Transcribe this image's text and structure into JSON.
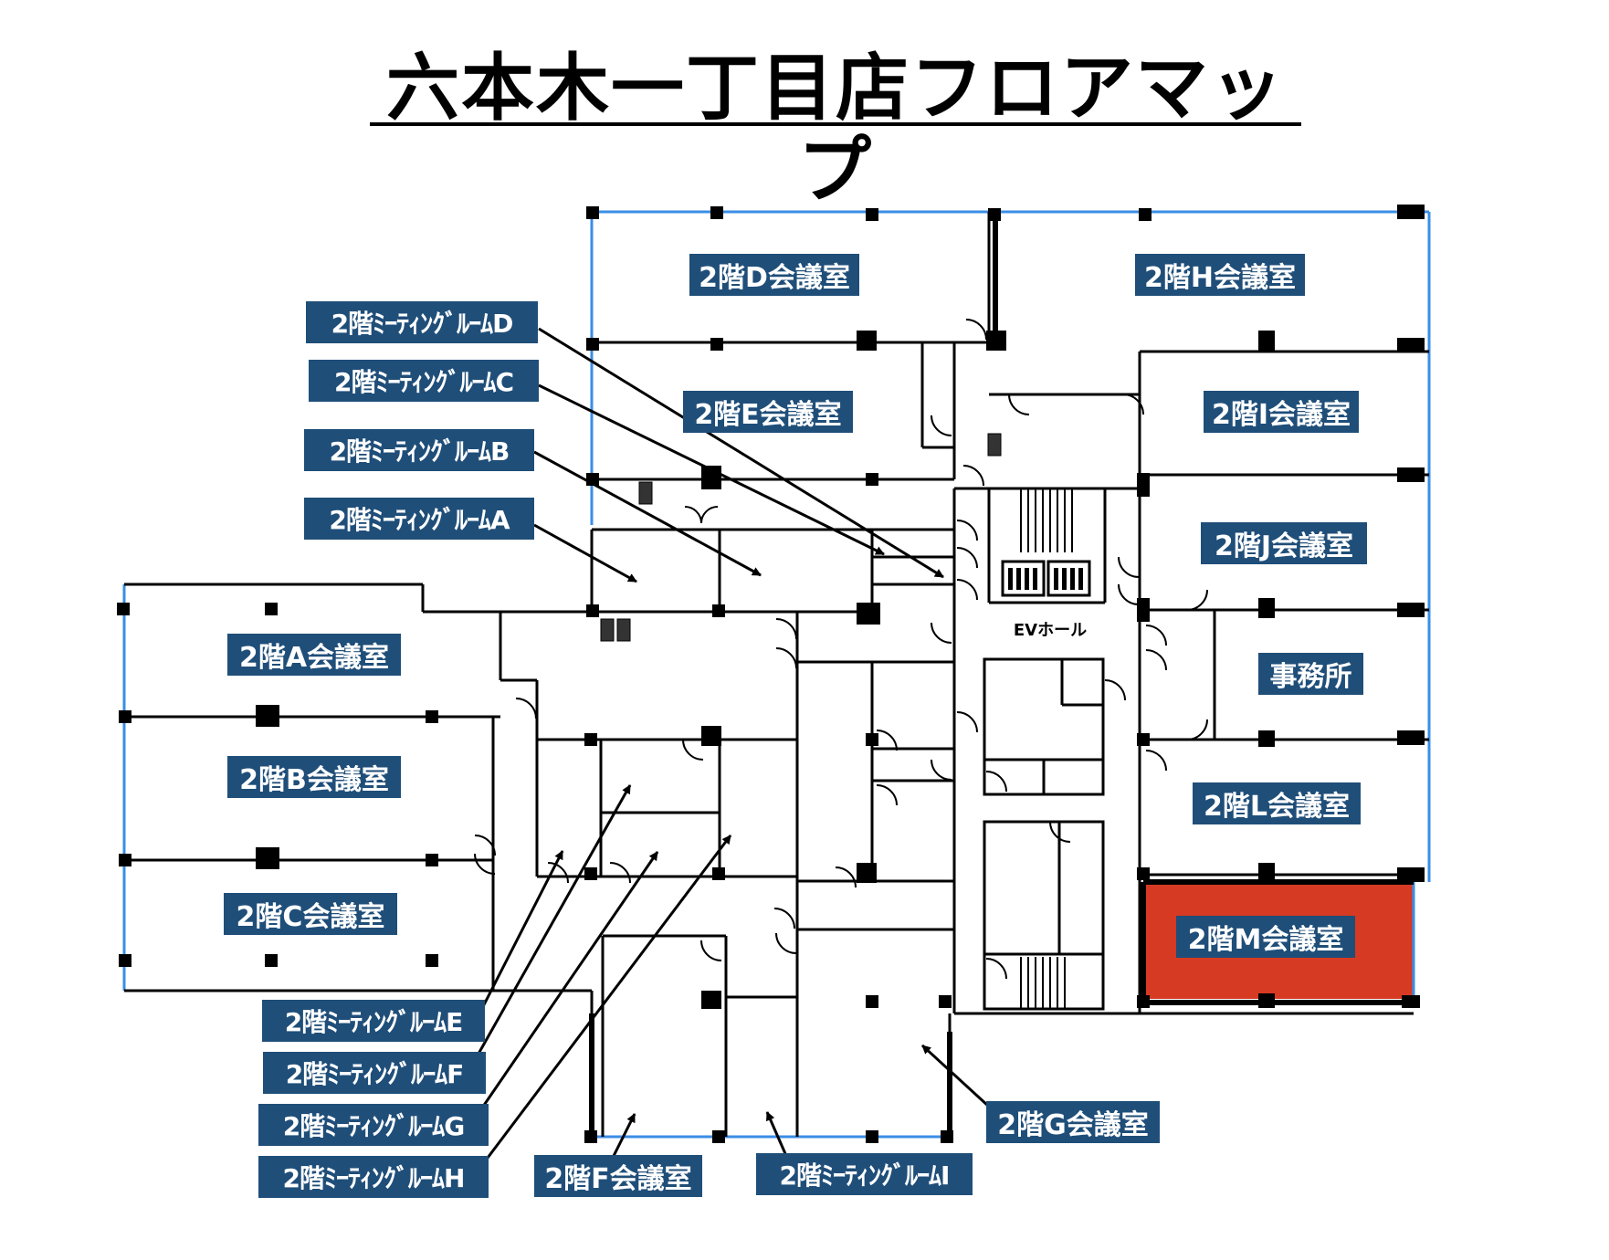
{
  "title": "六本木一丁目店フロアマップ",
  "ev_hall": "EVホール",
  "colors": {
    "label_bg": "#1f4e79",
    "label_text": "#ffffff",
    "highlight": "#d63a22",
    "outline": "#3a8ee6"
  },
  "rooms": {
    "a": "2階A会議室",
    "b": "2階B会議室",
    "c": "2階C会議室",
    "d": "2階D会議室",
    "e": "2階E会議室",
    "f": "2階F会議室",
    "g": "2階G会議室",
    "h": "2階H会議室",
    "i": "2階I会議室",
    "j": "2階J会議室",
    "office": "事務所",
    "l": "2階L会議室",
    "m": "2階M会議室"
  },
  "meeting_rooms": {
    "a": "2階ﾐｰﾃｨﾝｸﾞﾙｰﾑA",
    "b": "2階ﾐｰﾃｨﾝｸﾞﾙｰﾑB",
    "c": "2階ﾐｰﾃｨﾝｸﾞﾙｰﾑC",
    "d": "2階ﾐｰﾃｨﾝｸﾞﾙｰﾑD",
    "e": "2階ﾐｰﾃｨﾝｸﾞﾙｰﾑE",
    "f": "2階ﾐｰﾃｨﾝｸﾞﾙｰﾑF",
    "g": "2階ﾐｰﾃｨﾝｸﾞﾙｰﾑG",
    "h": "2階ﾐｰﾃｨﾝｸﾞﾙｰﾑH",
    "i": "2階ﾐｰﾃｨﾝｸﾞﾙｰﾑI"
  },
  "highlighted_room": "2階M会議室"
}
